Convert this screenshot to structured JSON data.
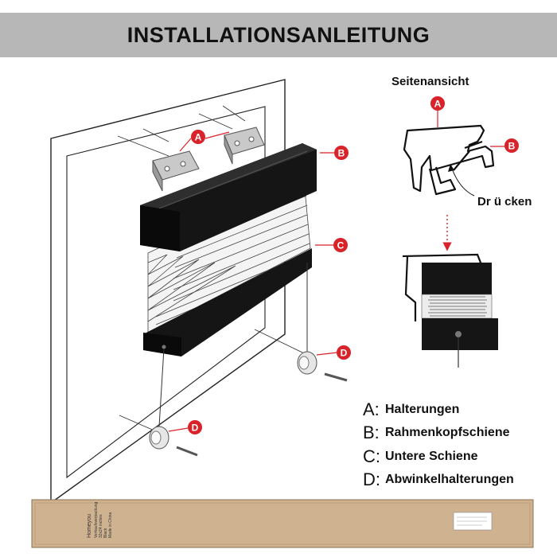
{
  "header": {
    "title": "INSTALLATIONSANLEITUNG"
  },
  "side_view": {
    "title": "Seitenansicht",
    "press_label": "Dr ü cken"
  },
  "markers": {
    "a": "A",
    "b": "B",
    "c": "C",
    "d": "D"
  },
  "legend": [
    {
      "key": "A:",
      "text": "Halterungen"
    },
    {
      "key": "B:",
      "text": "Rahmenkopfschiene"
    },
    {
      "key": "C:",
      "text": "Untere Schiene"
    },
    {
      "key": "D:",
      "text": "Abwinkelhalterungen"
    }
  ],
  "package": {
    "brand": "Homeyou",
    "label_lines": [
      "Verkaufsverpackung",
      "32x24 inches",
      "Black",
      "Made in China"
    ]
  },
  "colors": {
    "marker": "#d8232a",
    "header_bg": "#b7b7b7",
    "rail": "#151515",
    "box": "#cfb391"
  }
}
